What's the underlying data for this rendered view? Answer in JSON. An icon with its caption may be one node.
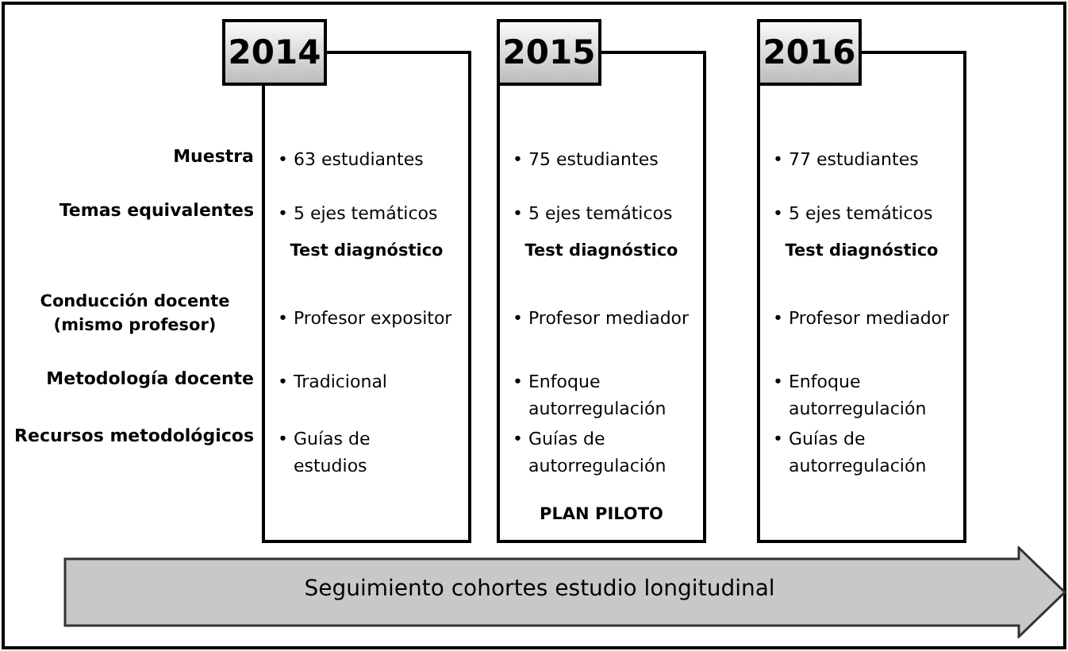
{
  "diagram": {
    "nodes": [
      {
        "text": [
          "2014",
          "• 63 estudiantes",
          "• 5 ejes temáticos",
          "Test diagnóstico",
          "• Profesor expositor",
          "• Tradicional",
          "• Guías de estudios"
        ]
      },
      {
        "text": [
          "2015",
          "• 75 estudiantes",
          "• 5 ejes temáticos",
          "Test diagnóstico",
          "• Profesor mediador",
          "• Enfoque autorregulación",
          "• Guías de autorregulación",
          "PLAN PILOTO"
        ]
      },
      {
        "text": [
          "2016",
          "• 77 estudiantes",
          "• 5 ejes temáticos",
          "Test diagnóstico",
          "• Profesor mediador",
          "• Enfoque autorregulación",
          "• Guías de autorregulación"
        ]
      },
      {
        "text": [
          "Seguimiento cohortes estudio longitudinal"
        ]
      }
    ],
    "edges": [],
    "labels": [
      "Muestra",
      "Temas equivalentes",
      "Conducción docente (mismo profesor)",
      "Metodología docente",
      "Recursos metodológicos"
    ]
  }
}
